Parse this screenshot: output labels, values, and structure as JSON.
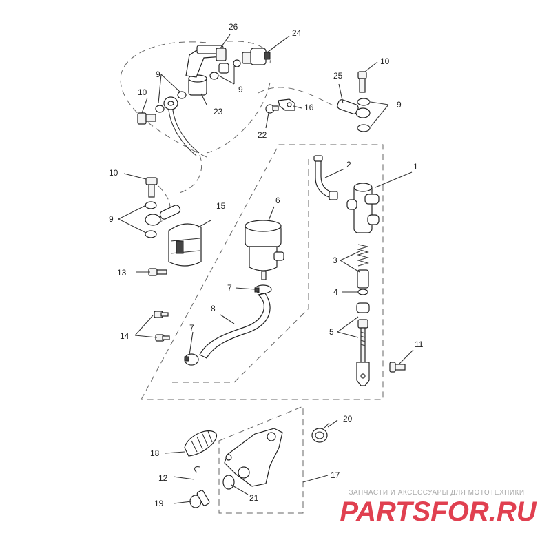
{
  "callouts": {
    "c1": "1",
    "c2": "2",
    "c3": "3",
    "c4": "4",
    "c5": "5",
    "c6": "6",
    "c7a": "7",
    "c7b": "7",
    "c8": "8",
    "c9a": "9",
    "c9b": "9",
    "c9c": "9",
    "c9d": "9",
    "c10a": "10",
    "c10b": "10",
    "c10c": "10",
    "c11": "11",
    "c12": "12",
    "c13": "13",
    "c14": "14",
    "c15": "15",
    "c16": "16",
    "c17": "17",
    "c18": "18",
    "c19": "19",
    "c20": "20",
    "c21": "21",
    "c22": "22",
    "c23": "23",
    "c24": "24",
    "c25": "25",
    "c26": "26"
  },
  "watermark": {
    "tagline": "ЗАПЧАСТИ И АКСЕССУАРЫ ДЛЯ МОТОТЕХНИКИ",
    "logo": "PARTSFOR.RU",
    "colors": {
      "logo_main": "#e04050",
      "logo_accent": "#f2a0a8",
      "tagline": "#aaaaaa"
    }
  },
  "colors": {
    "line": "#333333",
    "background": "#ffffff"
  }
}
